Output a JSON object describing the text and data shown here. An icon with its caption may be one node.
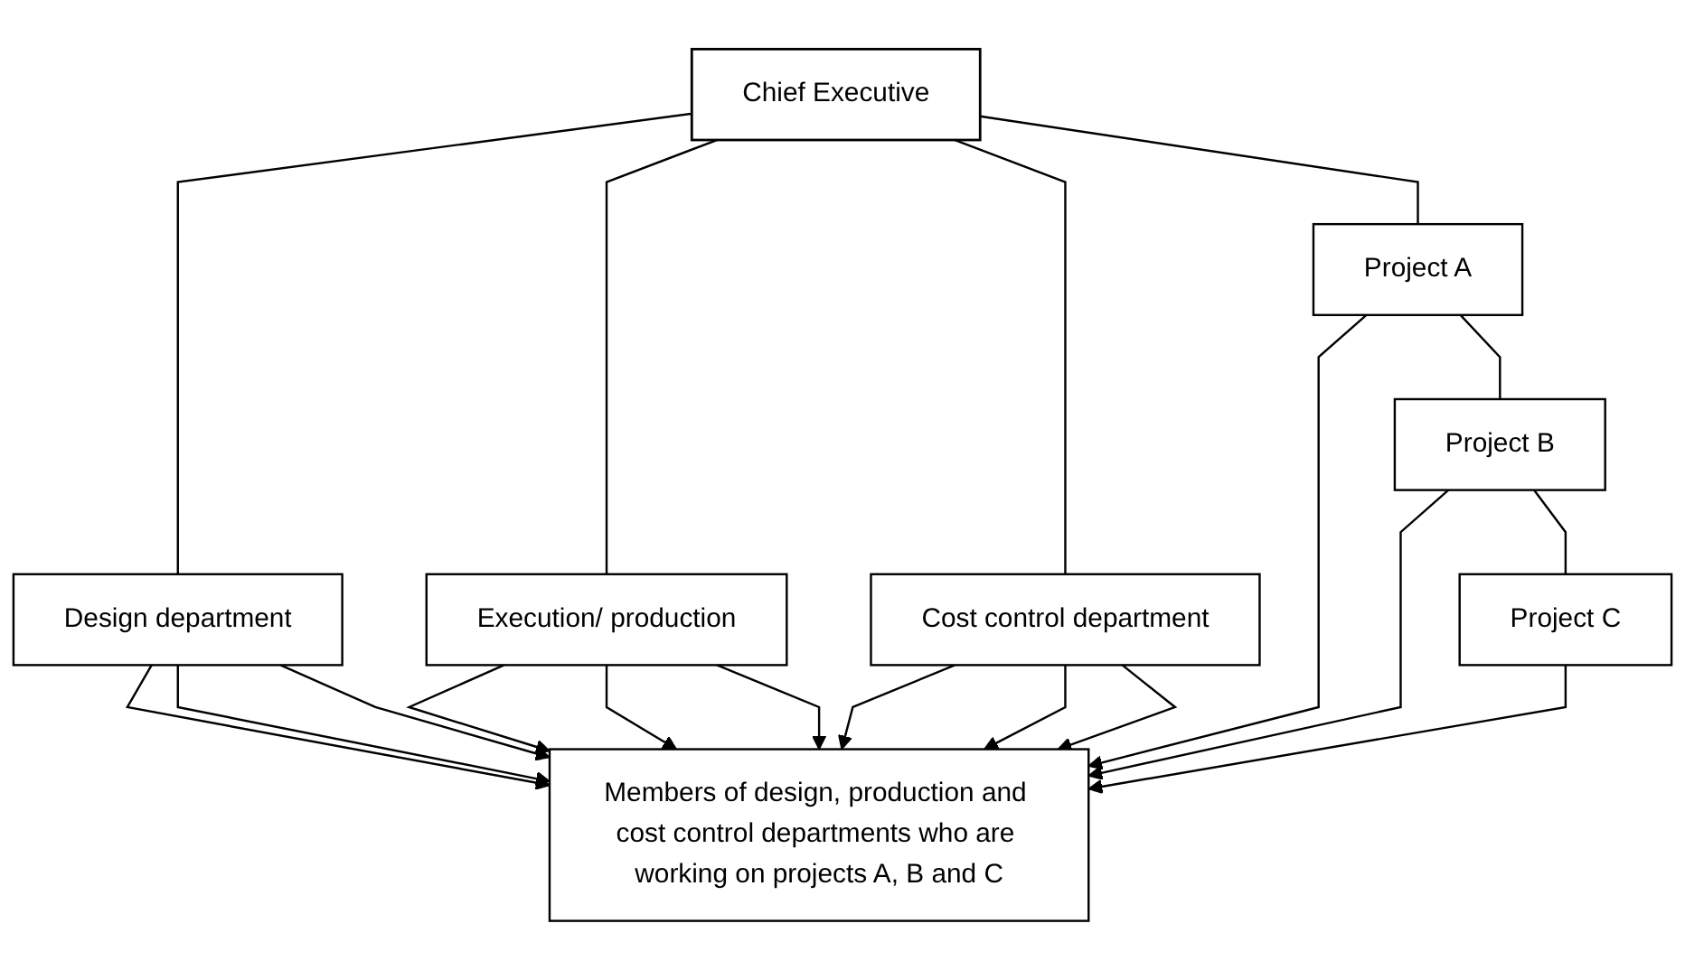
{
  "diagram": {
    "nodes": [
      {
        "text": [
          "Chief Executive"
        ]
      },
      {
        "text": [
          "Design department"
        ]
      },
      {
        "text": [
          "Execution/ production"
        ]
      },
      {
        "text": [
          "Cost control department"
        ]
      },
      {
        "text": [
          "Project A"
        ]
      },
      {
        "text": [
          "Project B"
        ]
      },
      {
        "text": [
          "Project C"
        ]
      },
      {
        "text": [
          "Members of design, production and cost control departments who are working on projects A, B and C"
        ]
      }
    ],
    "edges": [
      {
        "from": 0,
        "to": 1,
        "arrow": "none"
      },
      {
        "from": 0,
        "to": 2,
        "arrow": "none"
      },
      {
        "from": 0,
        "to": 3,
        "arrow": "none"
      },
      {
        "from": 0,
        "to": 4,
        "arrow": "none"
      },
      {
        "from": 4,
        "to": 5,
        "arrow": "none"
      },
      {
        "from": 5,
        "to": 6,
        "arrow": "none"
      },
      {
        "from": 1,
        "to": 7,
        "arrow": "to"
      },
      {
        "from": 1,
        "to": 7,
        "arrow": "to"
      },
      {
        "from": 1,
        "to": 7,
        "arrow": "to"
      },
      {
        "from": 2,
        "to": 7,
        "arrow": "to"
      },
      {
        "from": 2,
        "to": 7,
        "arrow": "to"
      },
      {
        "from": 2,
        "to": 7,
        "arrow": "to"
      },
      {
        "from": 3,
        "to": 7,
        "arrow": "to"
      },
      {
        "from": 3,
        "to": 7,
        "arrow": "to"
      },
      {
        "from": 3,
        "to": 7,
        "arrow": "to"
      },
      {
        "from": 4,
        "to": 7,
        "arrow": "to"
      },
      {
        "from": 5,
        "to": 7,
        "arrow": "to"
      },
      {
        "from": 6,
        "to": 7,
        "arrow": "to"
      }
    ]
  }
}
